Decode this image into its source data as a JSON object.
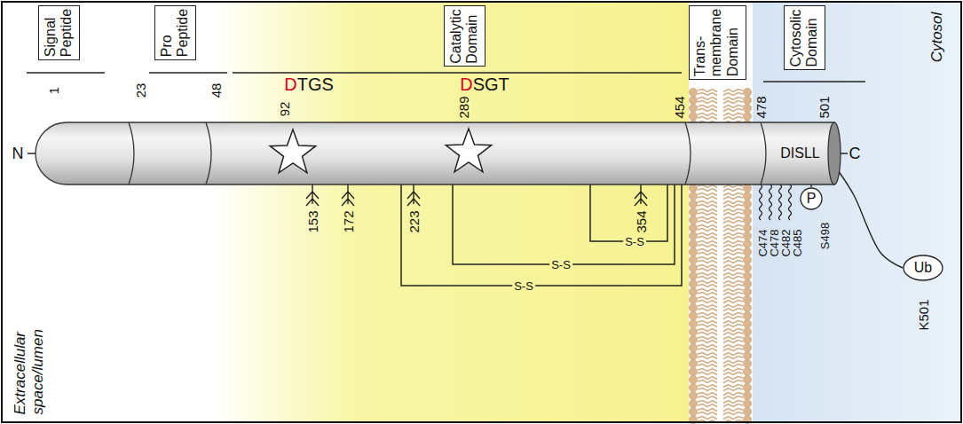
{
  "diagram": {
    "nodes": [
      {
        "text": [
          "Signal Peptide"
        ]
      },
      {
        "text": [
          "Pro Peptide"
        ]
      },
      {
        "text": [
          "Catalytic Domain"
        ]
      },
      {
        "text": [
          "Trans-membrane Domain"
        ]
      },
      {
        "text": [
          "Cytosolic Domain"
        ]
      },
      {
        "text": [
          "DISLL"
        ]
      },
      {
        "text": [
          "P"
        ]
      },
      {
        "text": [
          "Ub"
        ]
      }
    ],
    "edges": [
      {
        "from": 5,
        "to": 6,
        "arrow": "none"
      },
      {
        "from": 5,
        "to": 7,
        "arrow": "none"
      }
    ],
    "labels": [
      "1",
      "23",
      "48",
      "DTGS",
      "92",
      "DSGT",
      "289",
      "454",
      "478",
      "501",
      "N",
      "C",
      "153",
      "172",
      "223",
      "354",
      "S-S",
      "S-S",
      "S-S",
      "C474",
      "C478",
      "C482",
      "C485",
      "S498",
      "K501",
      "Extracellular space/lumen",
      "Cytosol"
    ]
  }
}
